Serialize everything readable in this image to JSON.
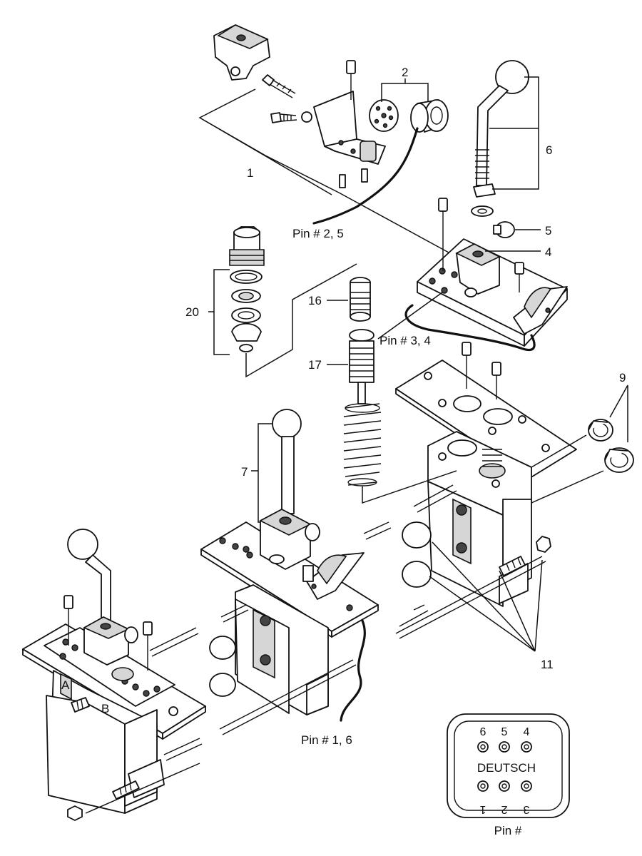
{
  "diagram": {
    "callouts": {
      "c1": "1",
      "c2": "2",
      "c4": "4",
      "c5": "5",
      "c6": "6",
      "c7": "7",
      "c9": "9",
      "c11": "11",
      "c16": "16",
      "c17": "17",
      "c20": "20"
    },
    "wire_labels": {
      "pin_2_5": "Pin # 2, 5",
      "pin_3_4": "Pin # 3, 4",
      "pin_1_6": "Pin # 1, 6"
    },
    "body_letters": {
      "a": "A",
      "b": "B"
    },
    "connector": {
      "brand": "DEUTSCH",
      "top_pins": [
        "6",
        "5",
        "4"
      ],
      "bottom_pins": [
        "1",
        "2",
        "3"
      ],
      "caption": "Pin #"
    }
  }
}
